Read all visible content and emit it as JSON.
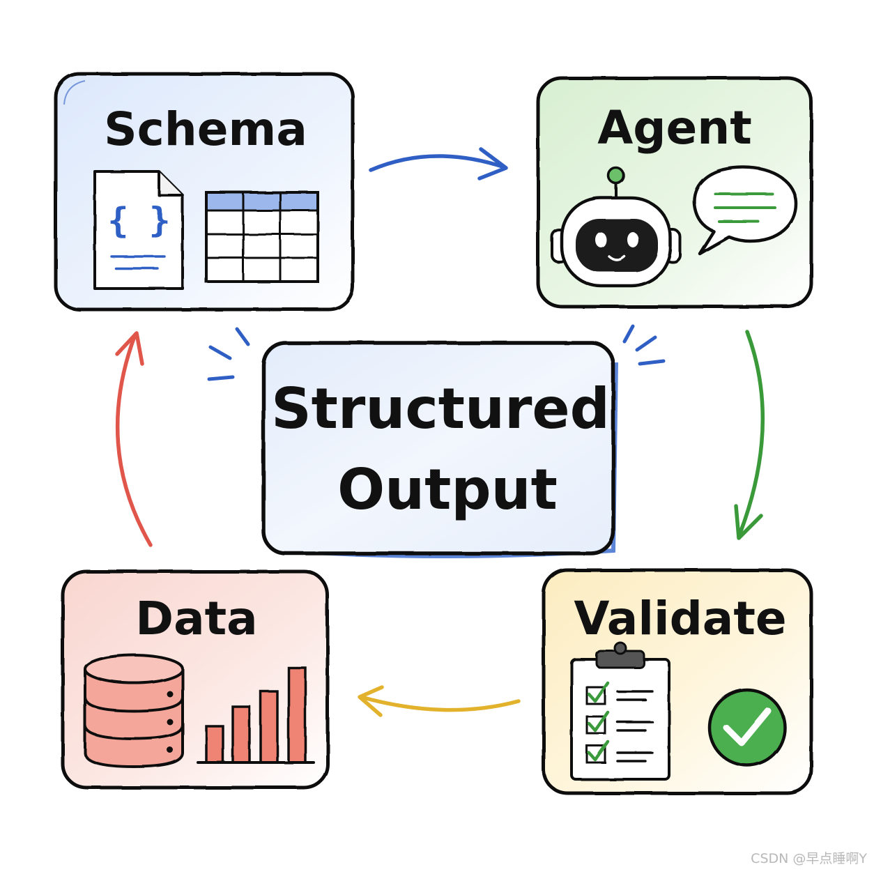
{
  "nodes": {
    "schema": {
      "label": "Schema"
    },
    "agent": {
      "label": "Agent"
    },
    "data": {
      "label": "Data"
    },
    "validate": {
      "label": "Validate"
    },
    "center": {
      "line1": "Structured",
      "line2": "Output"
    }
  },
  "schema_doc_glyph": "{ }",
  "watermark": "CSDN @早点睡啊Y",
  "colors": {
    "ink": "#111111",
    "blue": "#2f5fc4",
    "green": "#3a9a3a",
    "red": "#e0564a",
    "yellow": "#e3b22c",
    "schema_bg": "#e3ecfb",
    "agent_bg": "#e1f2dc",
    "data_bg": "#fbe0dc",
    "validate_bg": "#fdf1cf",
    "center_bg": "#eaf1fc"
  },
  "icons": {
    "schema": [
      "json-document-icon",
      "table-grid-icon"
    ],
    "agent": [
      "robot-icon",
      "speech-bubble-icon"
    ],
    "data": [
      "database-icon",
      "bar-chart-icon"
    ],
    "validate": [
      "clipboard-checklist-icon",
      "check-circle-icon"
    ]
  }
}
